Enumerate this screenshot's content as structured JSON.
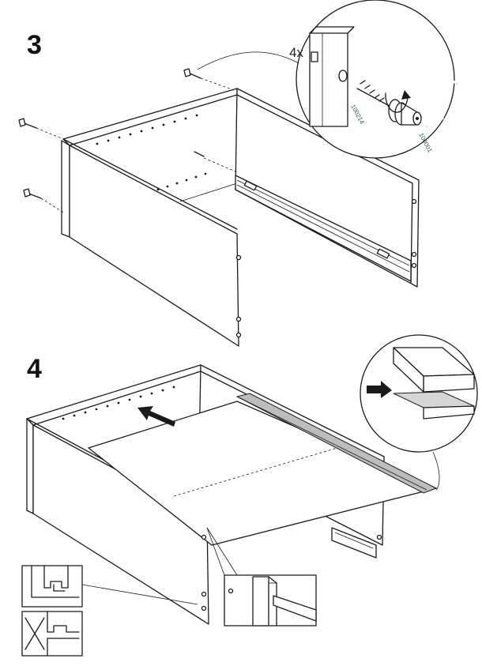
{
  "steps": [
    {
      "number": "3",
      "callout": {
        "quantity": "4x",
        "parts": [
          "100214",
          "100001"
        ]
      },
      "icons": [
        "screw-icon",
        "hex-key-icon",
        "rotate-arrow-icon"
      ]
    },
    {
      "number": "4",
      "icons": [
        "push-arrow-icon",
        "correct-fit-icon",
        "incorrect-fit-icon"
      ]
    }
  ],
  "colors": {
    "ink": "#1a1a1a",
    "rail": "#bdbdbd",
    "part_code": "#2a6d4f"
  }
}
